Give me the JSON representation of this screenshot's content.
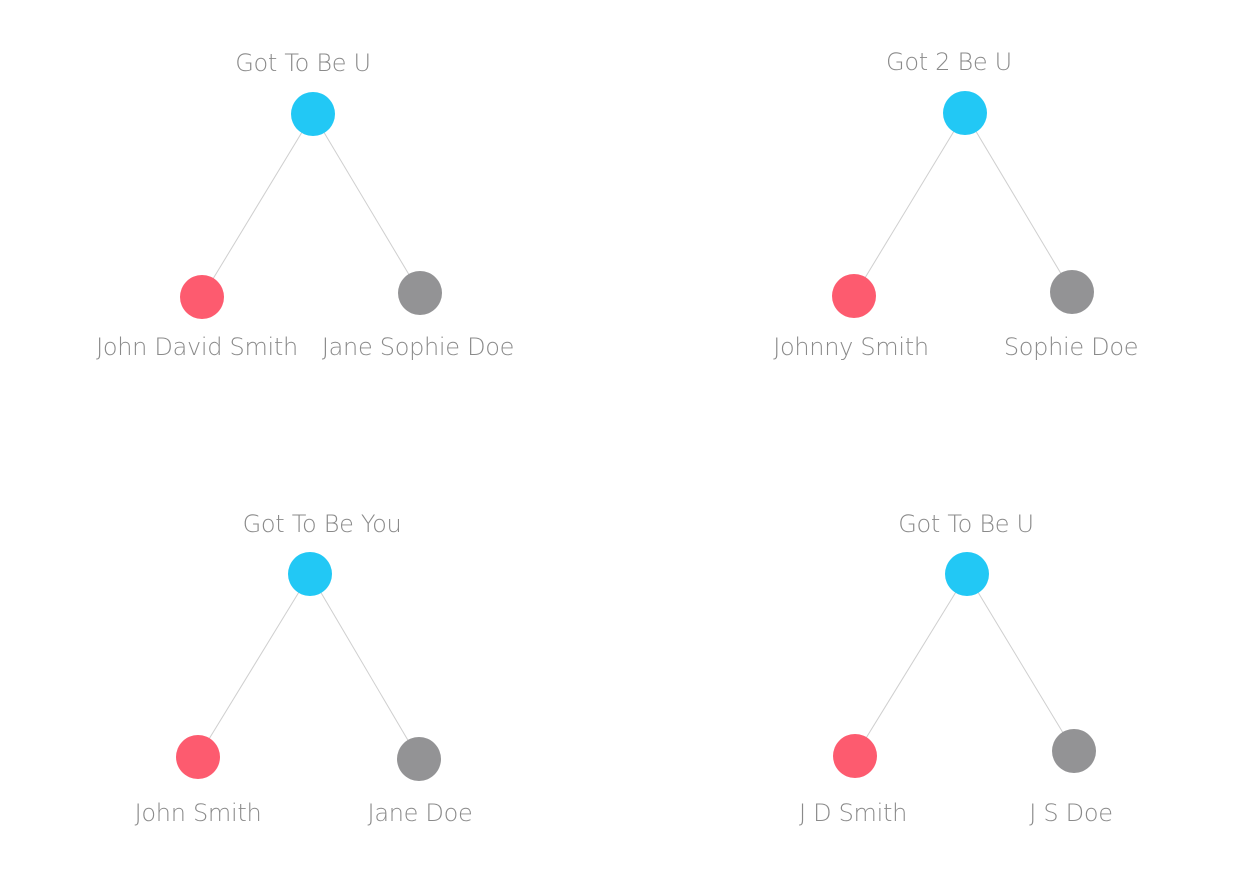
{
  "colors": {
    "root": "#22c8f5",
    "left_child": "#fd5b6f",
    "right_child": "#939395",
    "edge": "#cfcfcf",
    "text": "#8a8a8a"
  },
  "trees": [
    {
      "root_label": "Got To Be U",
      "left_label": "John David Smith",
      "right_label": "Jane Sophie Doe"
    },
    {
      "root_label": "Got 2 Be U",
      "left_label": "Johnny Smith",
      "right_label": "Sophie Doe"
    },
    {
      "root_label": "Got To Be You",
      "left_label": "John Smith",
      "right_label": "Jane Doe"
    },
    {
      "root_label": "Got To Be U",
      "left_label": "J D Smith",
      "right_label": "J S Doe"
    }
  ]
}
